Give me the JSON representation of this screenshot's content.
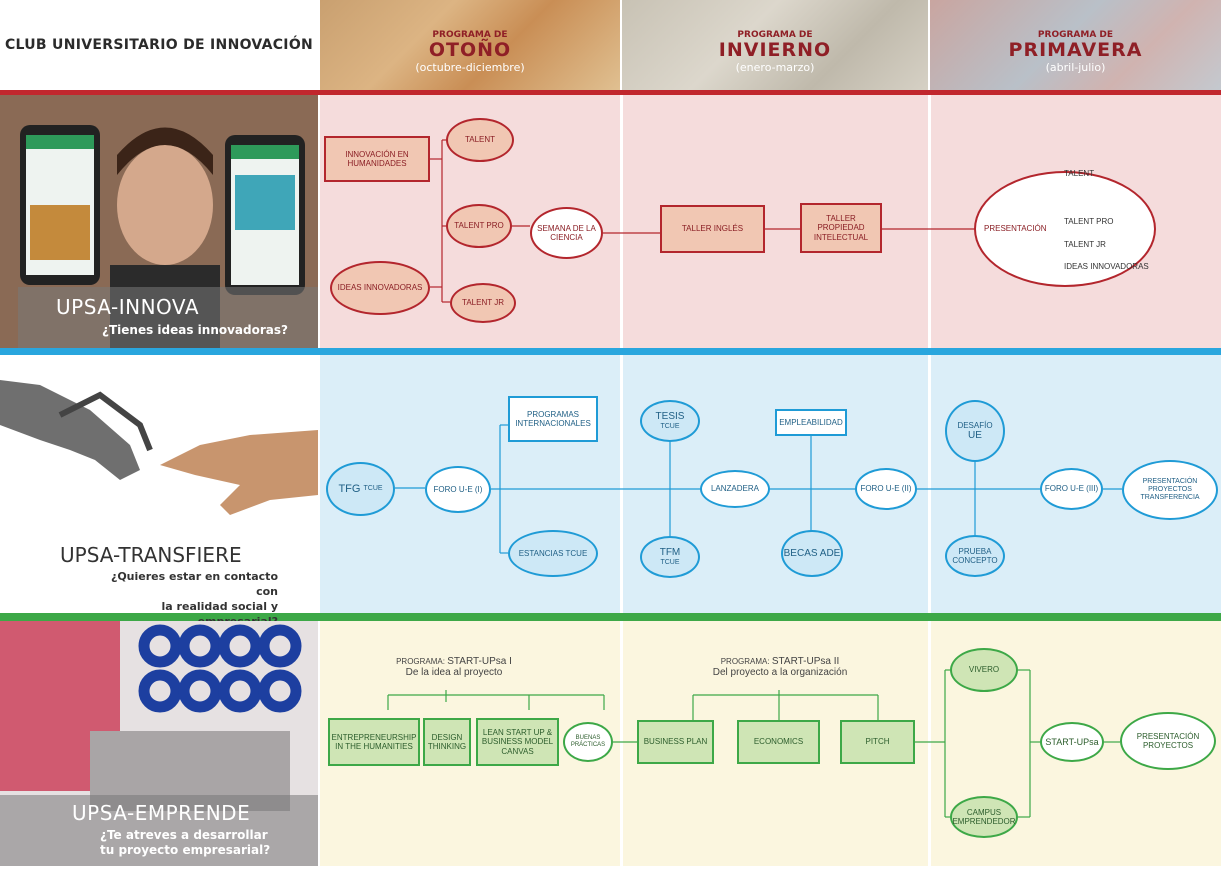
{
  "header": {
    "club_title": "CLUB UNIVERSITARIO DE INNOVACIÓN",
    "seasons": [
      {
        "top": "PROGRAMA DE",
        "name": "OTOÑO",
        "range": "(octubre-diciembre)"
      },
      {
        "top": "PROGRAMA DE",
        "name": "INVIERNO",
        "range": "(enero-marzo)"
      },
      {
        "top": "PROGRAMA DE",
        "name": "PRIMAVERA",
        "range": "(abril-julio)"
      }
    ]
  },
  "innova": {
    "title": "UPSA-INNOVA",
    "question": "¿Tienes ideas innovadoras?",
    "nodes": {
      "innov_hum": "INNOVACIÓN EN HUMANIDADES",
      "ideas": "IDEAS INNOVADORAS",
      "talent": "TALENT",
      "talent_pro": "TALENT PRO",
      "talent_jr": "TALENT JR",
      "semana": "SEMANA DE LA CIENCIA",
      "taller_ingles": "TALLER INGLÉS",
      "taller_prop": "TALLER PROPIEDAD INTELECTUAL",
      "presentacion": "PRESENTACIÓN"
    },
    "present_list": [
      "TALENT",
      "TALENT PRO",
      "TALENT JR",
      "IDEAS INNOVADORAS"
    ]
  },
  "transfiere": {
    "title": "UPSA-TRANSFIERE",
    "question_l1": "¿Quieres estar en contacto con",
    "question_l2": "la realidad social y empresarial?",
    "nodes": {
      "tfg": "TFG",
      "tfg_sub": "TCUE",
      "foro1": "FORO U-E (I)",
      "prog_int": "PROGRAMAS INTERNACIONALES",
      "estancias": "ESTANCIAS TCUE",
      "tesis": "TESIS",
      "tesis_sub": "TCUE",
      "tfm": "TFM",
      "tfm_sub": "TCUE",
      "lanzadera": "LANZADERA",
      "empleabilidad": "EMPLEABILIDAD",
      "becas": "BECAS ADE",
      "foro2": "FORO U-E (II)",
      "desafio": "DESAFÍO",
      "desafio_sub": "UE",
      "prueba": "PRUEBA CONCEPTO",
      "foro3": "FORO U-E (III)",
      "present": "PRESENTACIÓN PROYECTOS TRANSFERENCIA"
    }
  },
  "emprende": {
    "title": "UPSA-EMPRENDE",
    "question_l1": "¿Te atreves a desarrollar",
    "question_l2": "tu proyecto empresarial?",
    "prog1_label": "PROGRAMA:",
    "prog1_name": "START-UPsa I",
    "prog1_sub": "De la idea al proyecto",
    "prog2_label": "PROGRAMA:",
    "prog2_name": "START-UPsa II",
    "prog2_sub": "Del proyecto a la organización",
    "nodes": {
      "entre": "ENTREPRENEURSHIP IN THE HUMANITIES",
      "design": "DESIGN THINKING",
      "lean": "LEAN START UP & BUSINESS MODEL CANVAS",
      "buenas": "BUENAS PRÁCTICAS",
      "business": "BUSINESS PLAN",
      "economics": "ECONOMICS",
      "pitch": "PITCH",
      "vivero": "VIVERO",
      "campus": "CAMPUS EMPRENDEDOR",
      "startup": "START-UPsa",
      "present": "PRESENTACIÓN PROYECTOS"
    }
  },
  "colors": {
    "red": "#c1272d",
    "blue": "#29a6de",
    "green": "#3da847"
  }
}
